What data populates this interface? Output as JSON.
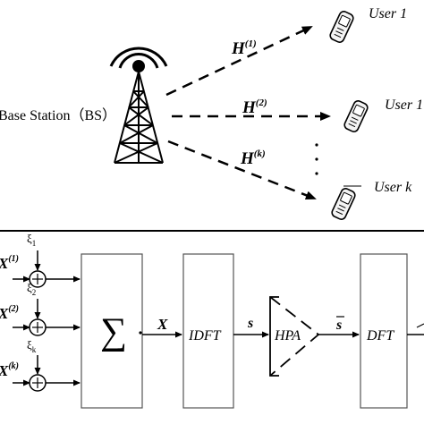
{
  "top": {
    "base_station_label": "Base Station（BS）",
    "channels": [
      {
        "label": "H",
        "sup": "(1)"
      },
      {
        "label": "H",
        "sup": "(2)"
      },
      {
        "label": "H",
        "sup": "(k)"
      }
    ],
    "users": [
      "User 1",
      "User 1",
      "User k"
    ]
  },
  "bottom": {
    "inputs": [
      {
        "label": "X",
        "sup": "(1)",
        "noise": "ξ",
        "noise_sub": "1"
      },
      {
        "label": "X",
        "sup": "(2)",
        "noise": "ξ",
        "noise_sub": "2"
      },
      {
        "label": "X",
        "sup": "(k)",
        "noise": "ξ",
        "noise_sub": "k"
      }
    ],
    "sum_symbol": "∑",
    "x_label": "X",
    "idft_label": "IDFT",
    "s_label": "s",
    "hpa_label": "HPA",
    "sbar_label": "s",
    "dft_label": "DFT"
  }
}
